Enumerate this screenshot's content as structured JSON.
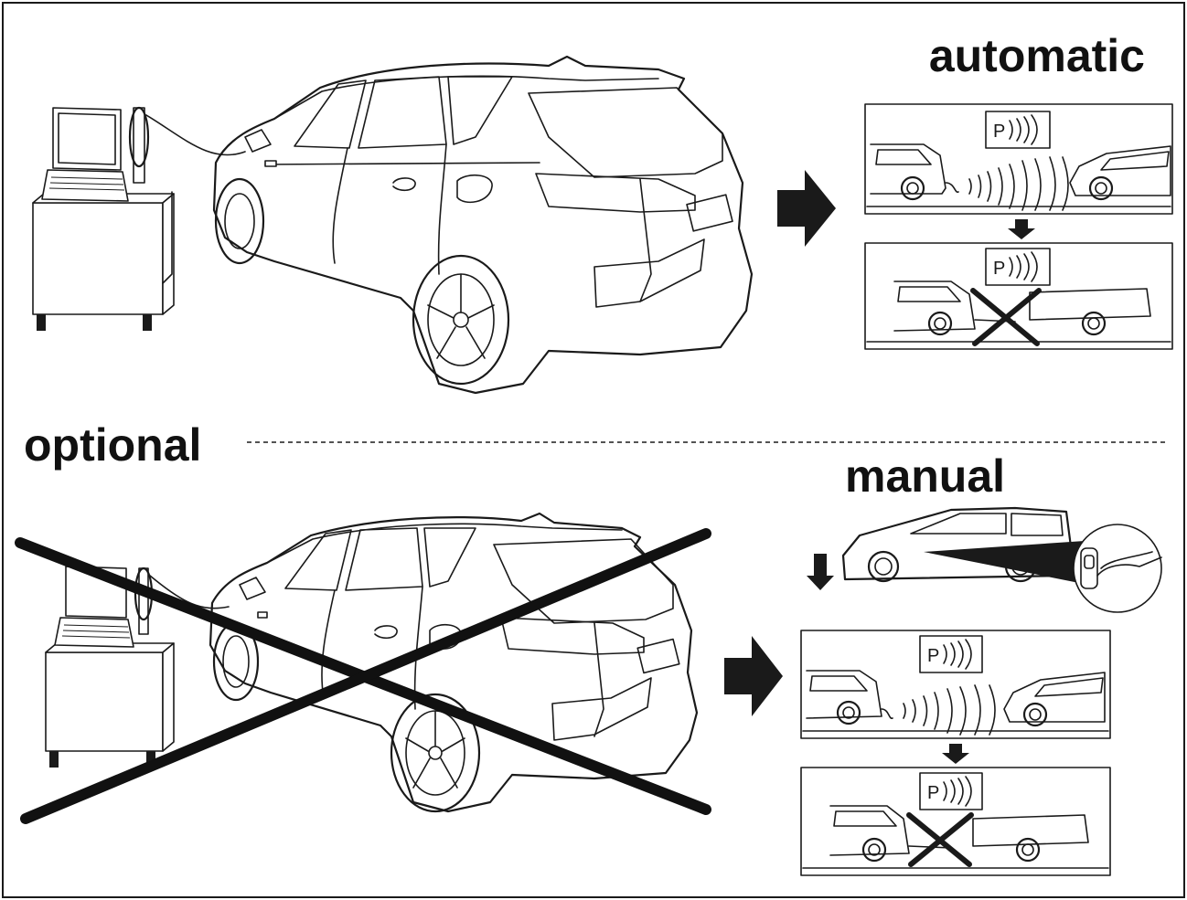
{
  "labels": {
    "automatic": "automatic",
    "optional": "optional",
    "manual": "manual"
  },
  "parking_sign": "P",
  "icons": [
    "laptop-diagnostic-cart-icon",
    "suv-rear-icon",
    "arrow-right-icon",
    "arrow-down-icon",
    "parking-sensor-sign-icon",
    "trailer-icon",
    "remote-key-hand-icon",
    "cross-out-icon"
  ],
  "colors": {
    "line": "#1a1a1a",
    "background": "#ffffff"
  }
}
